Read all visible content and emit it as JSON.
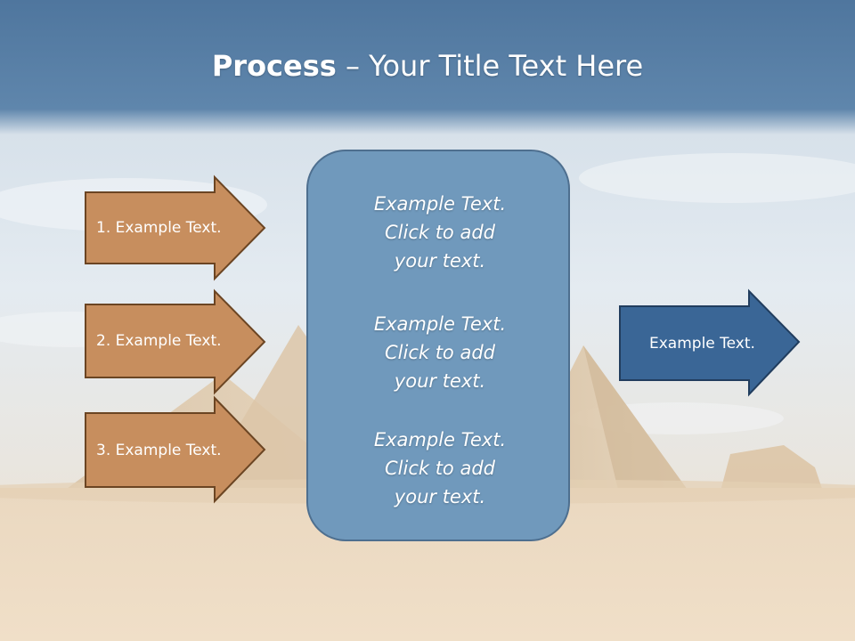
{
  "slide": {
    "title_bold": "Process",
    "title_rest": " – Your Title Text Here",
    "left_arrows": [
      {
        "label": "1. Example Text."
      },
      {
        "label": "2. Example Text."
      },
      {
        "label": "3. Example Text."
      }
    ],
    "center_blocks": [
      {
        "text": "Example Text.\nClick  to add\nyour text."
      },
      {
        "text": "Example Text.\nClick  to add\nyour text."
      },
      {
        "text": "Example Text.\nClick  to add\nyour text."
      }
    ],
    "right_arrow": {
      "label": "Example Text."
    }
  },
  "colors": {
    "title_band": "#5a82a8",
    "left_arrow_fill": "#c78e5e",
    "left_arrow_stroke": "#6b4523",
    "center_box_fill": "#7099bc",
    "right_arrow_fill": "#3a6696",
    "right_arrow_stroke": "#213d5e",
    "sand": "#ecdcc4"
  }
}
